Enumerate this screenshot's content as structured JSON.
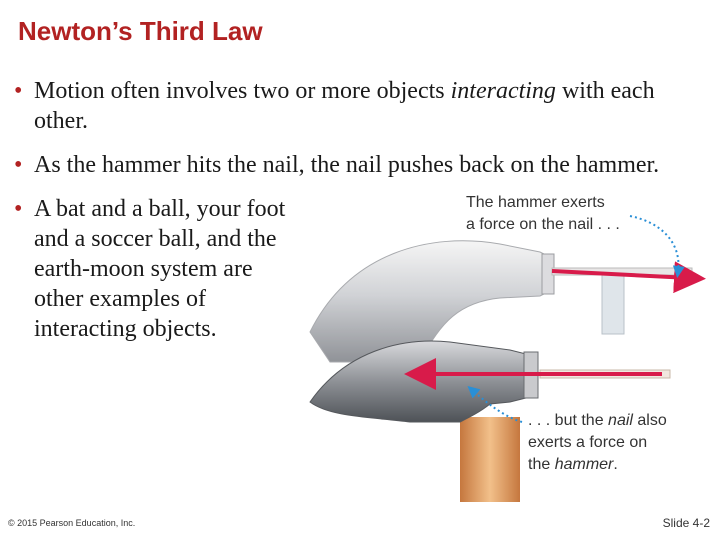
{
  "slide": {
    "title": "Newton’s Third Law",
    "bullets": [
      {
        "text_before": "Motion often involves two or more objects ",
        "text_italic": "interacting",
        "text_after": " with each other."
      },
      {
        "text": "As the hammer hits the nail, the nail pushes back on the hammer."
      },
      {
        "text": "A bat and a ball, your foot and a soccer ball, and the earth-moon system are other examples of interacting objects."
      }
    ]
  },
  "figure": {
    "caption_top_line1": "The hammer exerts",
    "caption_top_line2": "a force on the nail . . .",
    "caption_bottom_line1_before": ". . . but the ",
    "caption_bottom_line1_italic": "nail",
    "caption_bottom_line1_after": " also",
    "caption_bottom_line2": "exerts a force on",
    "caption_bottom_line3_before": "the ",
    "caption_bottom_line3_italic": "hammer",
    "caption_bottom_line3_after": ".",
    "arrow_color": "#d81b4a",
    "dotted_arrow_color": "#2a8fd6"
  },
  "footer": {
    "copyright": "© 2015 Pearson Education, Inc.",
    "slide_number": "Slide 4-2"
  }
}
